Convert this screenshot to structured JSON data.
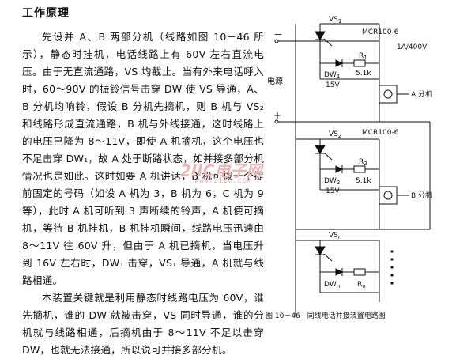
{
  "section_title": "工作原理",
  "paragraphs": [
    "先设并 A、B 两部分机（线路如图 10－46 所示），静态时挂机，电话线路上有 60V 左右直流电压。由于无直流通路，VS 均截止。当有外来电话呼入时，60～90V 的振铃信号击穿 DW 使 VS 导通，A、B 分机均响铃，假设 B 分机先摘机，则 B 机与 VS₂ 和线路形成直流通路，B 机与外线接通，这时线路上的电压已降为 8～11V，即使 A 机摘机，这个电压也不足击穿 DW₁，故 A 处于断路状态，如并接多部分机情况也是如此。这时如要 A 机讲话，B 机可拨一个提前固定的号码（如设 A 机为 3，B 机为 6，C 机为 9 等），此时 A 机可听到 3 声断续的铃声，A 机便可摘机，等待 B 机挂机，B 机挂机瞬间，线路电压迅速由 8～11V 往 60V 升，但由于 A 机已摘机，当电压升到 16V 左右时，DW₁ 击穿，VS₁ 导通，A 机就与线路相通。",
    "本装置关键就是利用静态时线路电压为 60V，谁先摘机，谁的 DW 就被击穿，VS 同时导通，谁的分机就与线路相通，后摘机由于 8～11V 不足以击穿 DW，也就无法接通，所以说可并接多部分机。"
  ],
  "watermark": {
    "main": "2IIC电子网",
    "sub": "www.21ic.com"
  },
  "diagram": {
    "minus": "－",
    "plus": "+",
    "power_label": "电源",
    "vs1": "VS",
    "vs1_sub": "1",
    "mcr1": "MCR100-6",
    "rating": "1A/400V",
    "r1": "R",
    "r1_sub": "1",
    "r1_val": "5.1k",
    "dw1": "DW",
    "dw1_sub": "1",
    "dw1_val": "15V",
    "phone_a": "A 分机",
    "vs2": "VS",
    "vs2_sub": "2",
    "mcr2": "MCR100-6",
    "r2": "R",
    "r2_sub": "2",
    "r2_val": "5.1k",
    "dw2": "DW",
    "dw2_sub": "2",
    "dw2_val": "15V",
    "phone_b": "B 分机",
    "vsn": "VS",
    "vsn_sub": "n",
    "dwn": "DW",
    "dwn_sub": "n",
    "rn": "R",
    "rn_sub": "n",
    "caption": "图 10－46　同线电话并接装置电路图"
  }
}
